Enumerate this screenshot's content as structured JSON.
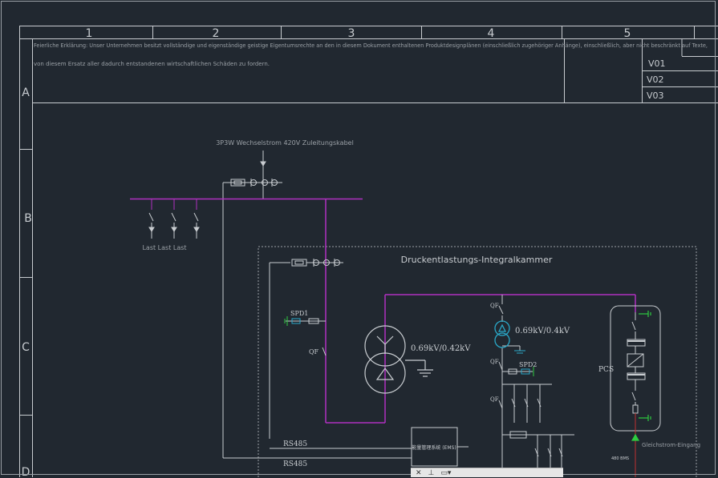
{
  "frame": {
    "columns": [
      "1",
      "2",
      "3",
      "4",
      "5"
    ],
    "rows": [
      "A",
      "B",
      "C",
      "D"
    ]
  },
  "header": {
    "notice_line1": "Feierliche Erklärung: Unser Unternehmen besitzt vollständige und eigenständige geistige Eigentumsrechte an den in diesem Dokument enthaltenen Produktdesignplänen (einschließlich zugehöriger Anhänge), einschließlich, aber nicht beschränkt auf Texte,",
    "notice_line2": "von diesem Ersatz aller dadurch entstandenen wirtschaftlichen Schäden zu fordern."
  },
  "revisions": [
    "V01",
    "V02",
    "V03"
  ],
  "diagram": {
    "feed_label": "3P3W Wechselstrom 420V Zuleitungskabel",
    "loads_label": "Last Last Last",
    "chamber_label": "Druckentlastungs-Integralkammer",
    "spd1_label": "SPD1",
    "spd2_label": "SPD2",
    "qf_main_label": "QF",
    "qf_labels": [
      "QF",
      "QF",
      "QF"
    ],
    "transformer_main_label": "0.69kV/0.42kV",
    "transformer_aux_label": "0.69kV/0.4kV",
    "pcs_label": "PCS",
    "rs485_label_1": "RS485",
    "rs485_label_2": "RS485",
    "ems_label": "能量管理系统 (EMS)",
    "dc_output_label": "Gleichstrom-Eingang",
    "bms_label": "480 BMS"
  },
  "toolbar": {
    "close_glyph": "✕",
    "pin_glyph": "⊥",
    "view_glyph": "▭▾"
  },
  "colors": {
    "background": "#212830",
    "line": "#c8ccd0",
    "bus": "#b030c0",
    "green": "#2ecc40",
    "cyan": "#2aa8c8"
  }
}
